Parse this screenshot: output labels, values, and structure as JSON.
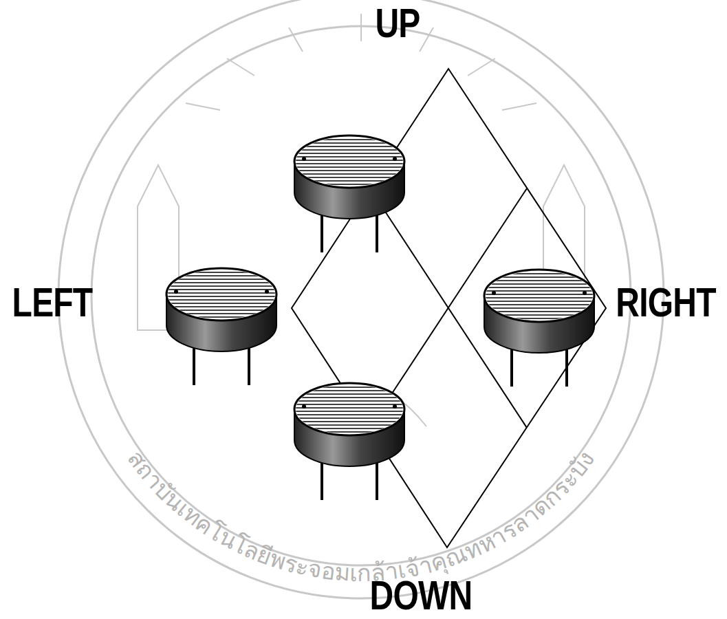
{
  "diagram": {
    "labels": [
      "UP",
      "LEFT",
      "RIGHT",
      "DOWN",
      "สถาบันเทคโนโลยีพระจอมเกล้าเจ้าคุณทหารลาดกระบัง"
    ]
  }
}
